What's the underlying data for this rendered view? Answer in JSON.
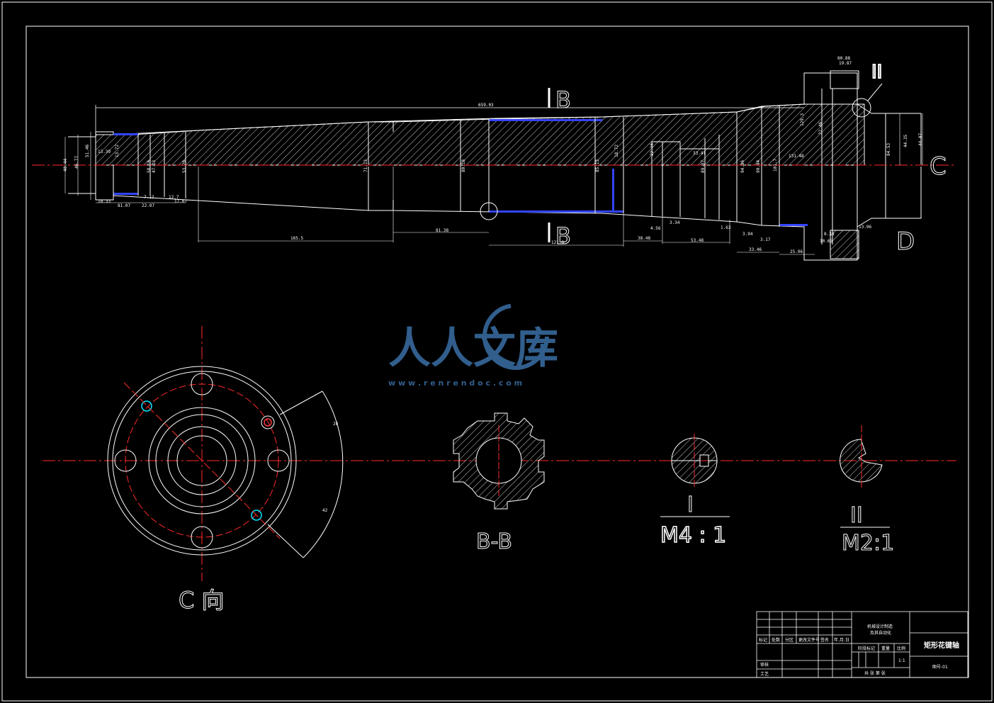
{
  "section_labels": {
    "b_top": "B",
    "b_bottom": "B",
    "detail_ii": "II",
    "view_c_arrow": "C",
    "view_d_arrow": "D"
  },
  "view_titles": {
    "c_view": "C 向",
    "bb_section": "B-B",
    "detail_i": "I",
    "detail_i_scale": "M4 : 1",
    "detail_ii": "II",
    "detail_ii_scale": "M2:1"
  },
  "dimensions": {
    "overall_length": "659.03",
    "d40_44": "40.44",
    "d46_77": "46.77",
    "d51_46": "51.46",
    "d13_39": "13.39",
    "d13_72": "13.72",
    "d58_16": "58.16",
    "d47_13": "47.13",
    "d53_26": "53.26",
    "d71_13": "71.13",
    "d80_18": "80.18",
    "d85_13": "85.13",
    "d18_72": "18.72",
    "d22_16": "22.16",
    "d89_37": "89.37",
    "d33_41": "33.41",
    "d94_96": "94.96",
    "d99_94": "99.94",
    "d1017": "101.7",
    "d131_48": "131.48",
    "d129_3": "129.3",
    "d22_46": "22.46",
    "d84_53": "84.53",
    "d44_35": "44.35",
    "d44_87": "44.87",
    "d80_88": "80.88",
    "d19_87": "19.87",
    "l18_33": "18.33",
    "l81_07": "81.07",
    "l22_07": "22.07",
    "l7_12": "7.12",
    "l12_7": "12.7",
    "l17_07": "17.07",
    "l165_5": "165.5",
    "l81_38": "81.38",
    "l121_8": "121.8",
    "l38_48": "38.48",
    "l4_56": "4.56",
    "l3_34": "3.34",
    "l53_48": "53.48",
    "l1_63": "1.63",
    "l3_94": "3.94",
    "l33_46": "33.46",
    "l3_17": "3.17",
    "l25_06": "25.06",
    "l8_38": "8.38",
    "l10_65": "10.65",
    "l13_96": "13.96",
    "r28": "28",
    "r42": "42"
  },
  "title_block": {
    "drawing_name": "矩形花键轴",
    "institution_line1": "机械设计制造",
    "institution_line2": "及其自动化",
    "header_cells": [
      "标记",
      "处数",
      "分区",
      "更改文件号",
      "签名",
      "年.月.日"
    ],
    "stage_label": "阶段标记",
    "weight_label": "重量",
    "scale_label": "比例",
    "scale_value": "1:1",
    "sheet_info": "共 张 第 张",
    "designer_label": "审核",
    "process_label": "工艺",
    "drawing_code": "图号-01"
  },
  "watermark": {
    "brand": "人人文库",
    "url": "w w w . r e n r e n d o c . c o m"
  },
  "colors": {
    "background": "#000000",
    "line": "#ffffff",
    "centerline": "#ff2a2a",
    "spline_fill": "#3344ff",
    "cyan_hole": "#00e5ff",
    "hole_accent": "#ff3a3a",
    "watermark": "#3a6fa5"
  }
}
